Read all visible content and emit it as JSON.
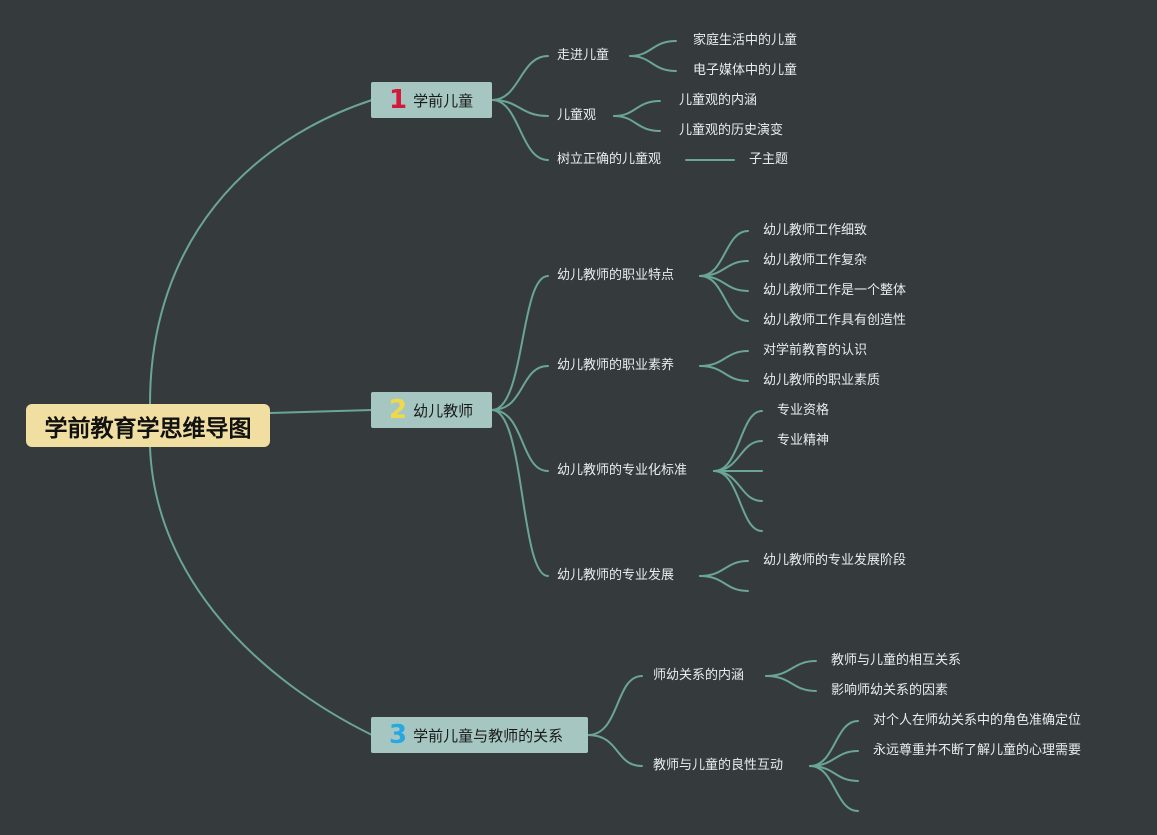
{
  "root": {
    "title": "学前教育学思维导图"
  },
  "colors": {
    "line": "#6ba593",
    "root_bg": "#f0dfa0",
    "branch_bg": "#a6c7c1",
    "num1": "#d21a3a",
    "num2": "#f0d84a",
    "num3": "#28a8e0"
  },
  "branches": [
    {
      "num": "1",
      "title": "学前儿童",
      "topics": [
        {
          "label": "走进儿童",
          "children": [
            "家庭生活中的儿童",
            "电子媒体中的儿童"
          ]
        },
        {
          "label": "儿童观",
          "children": [
            "儿童观的内涵",
            "儿童观的历史演变"
          ]
        },
        {
          "label": "树立正确的儿童观",
          "children": [
            "子主题"
          ]
        }
      ]
    },
    {
      "num": "2",
      "title": "幼儿教师",
      "topics": [
        {
          "label": "幼儿教师的职业特点",
          "children": [
            "幼儿教师工作细致",
            "幼儿教师工作复杂",
            "幼儿教师工作是一个整体",
            "幼儿教师工作具有创造性"
          ]
        },
        {
          "label": "幼儿教师的职业素养",
          "children": [
            "对学前教育的认识",
            "幼儿教师的职业素质"
          ]
        },
        {
          "label": "幼儿教师的专业化标准",
          "children": [
            "专业资格",
            "专业精神",
            "",
            "",
            ""
          ]
        },
        {
          "label": "幼儿教师的专业发展",
          "children": [
            "幼儿教师的专业发展阶段",
            ""
          ]
        }
      ]
    },
    {
      "num": "3",
      "title": "学前儿童与教师的关系",
      "topics": [
        {
          "label": "师幼关系的内涵",
          "children": [
            "教师与儿童的相互关系",
            "影响师幼关系的因素"
          ]
        },
        {
          "label": "教师与儿童的良性互动",
          "children": [
            "对个人在师幼关系中的角色准确定位",
            "永远尊重并不断了解儿童的心理需要",
            "",
            ""
          ]
        }
      ]
    }
  ]
}
